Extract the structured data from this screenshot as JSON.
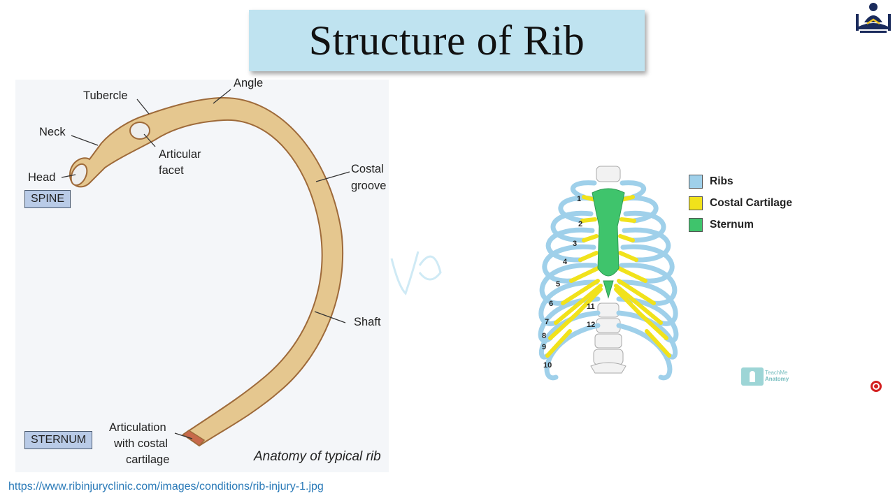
{
  "title": "Structure of Rib",
  "rib_diagram": {
    "labels": {
      "angle": "Angle",
      "tubercle": "Tubercle",
      "neck": "Neck",
      "articular_facet": [
        "Articular",
        "facet"
      ],
      "head": "Head",
      "costal_groove": [
        "Costal",
        "groove"
      ],
      "shaft": "Shaft",
      "articulation": [
        "Articulation",
        "with costal",
        "cartilage"
      ]
    },
    "box_labels": {
      "spine": "SPINE",
      "sternum": "STERNUM"
    },
    "caption": "Anatomy of typical rib",
    "bone_color": "#e5c78f",
    "outline_color": "#9e6a3a"
  },
  "source_url": "https://www.ribinjuryclinic.com/images/conditions/rib-injury-1.jpg",
  "ribcage": {
    "rib_numbers": [
      "1",
      "2",
      "3",
      "4",
      "5",
      "6",
      "7",
      "8",
      "9",
      "10",
      "11",
      "12"
    ],
    "legend": [
      {
        "label": "Ribs",
        "color": "#9fd0ea"
      },
      {
        "label": "Costal Cartilage",
        "color": "#f1e21b"
      },
      {
        "label": "Sternum",
        "color": "#3fc46c"
      }
    ]
  },
  "watermark": {
    "line1": "TeachMe",
    "line2": "Anatomy"
  }
}
